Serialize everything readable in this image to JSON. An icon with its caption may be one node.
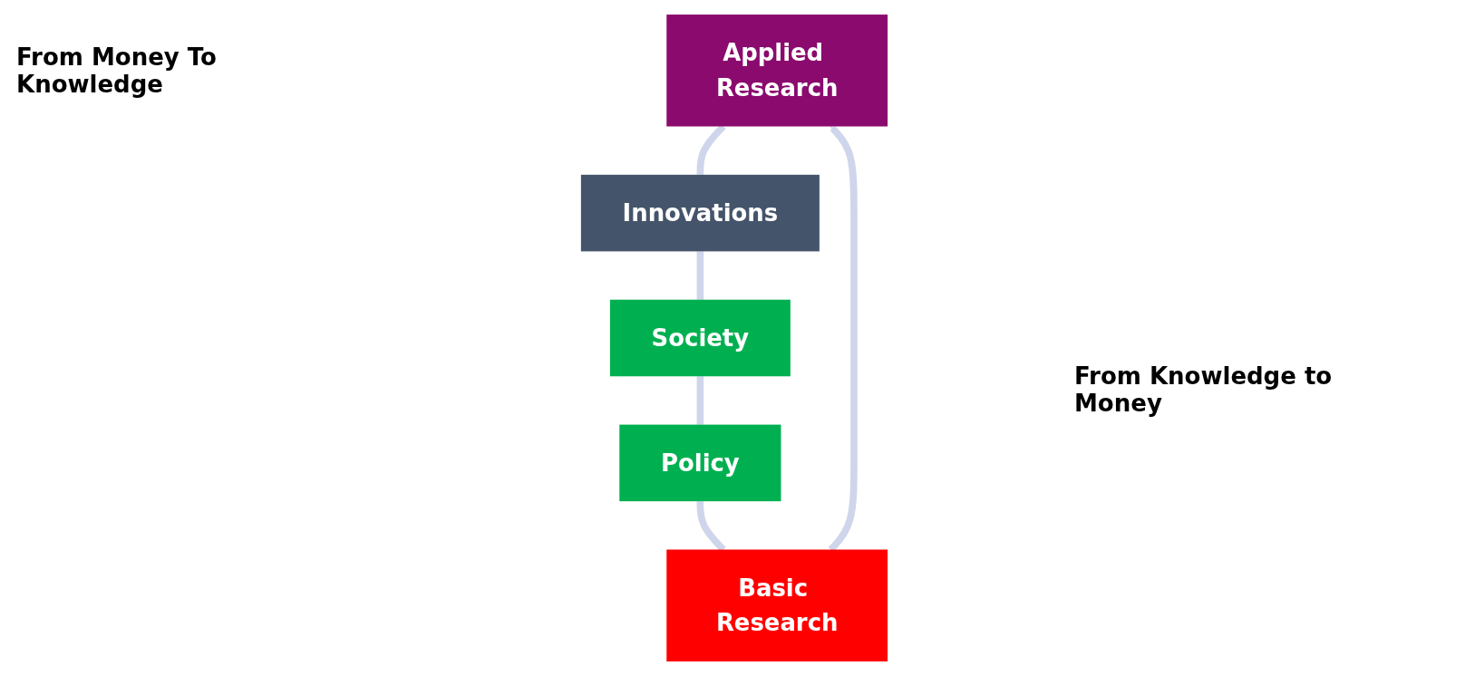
{
  "diagram": {
    "nodes": [
      {
        "text": [
          "Applied Research"
        ]
      },
      {
        "text": [
          "Basic Research"
        ]
      },
      {
        "text": [
          "Innovations"
        ]
      },
      {
        "text": [
          "Policy"
        ]
      },
      {
        "text": [
          "Society"
        ]
      }
    ],
    "edges": [
      {
        "from": 1,
        "to": 0,
        "arrow": "to"
      },
      {
        "from": 0,
        "to": 2,
        "arrow": "none"
      },
      {
        "from": 2,
        "to": 4,
        "arrow": "none"
      },
      {
        "from": 4,
        "to": 3,
        "arrow": "none"
      },
      {
        "from": 3,
        "to": 1,
        "arrow": "none"
      }
    ],
    "labels": [
      "From Money To Knowledge",
      "From Knowledge to Money"
    ]
  }
}
